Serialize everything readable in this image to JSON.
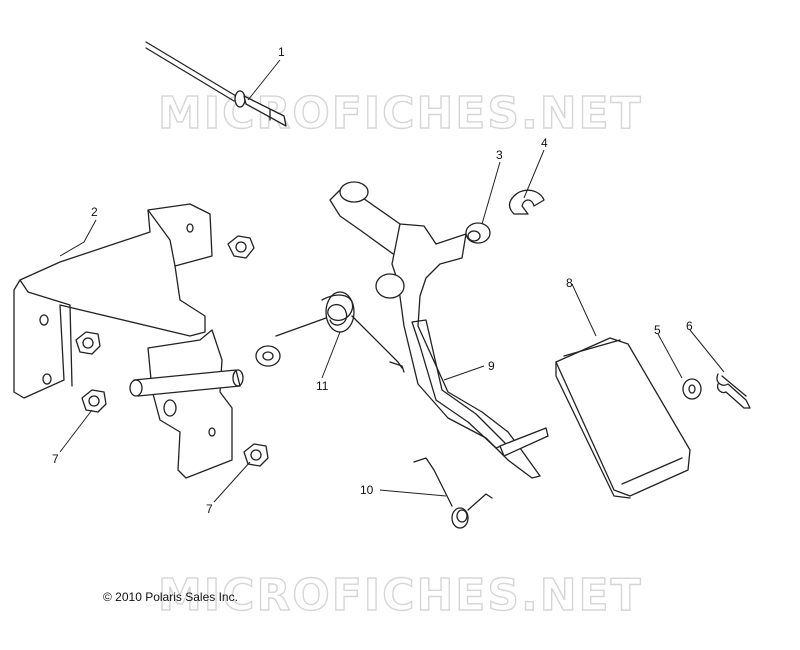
{
  "watermark": "MICROFICHES.NET",
  "copyright": "© 2010 Polaris Sales Inc.",
  "callouts": {
    "c1": "1",
    "c2": "2",
    "c3": "3",
    "c4": "4",
    "c5": "5",
    "c6": "6",
    "c7a": "7",
    "c7b": "7",
    "c8": "8",
    "c9": "9",
    "c10": "10",
    "c11": "11"
  }
}
